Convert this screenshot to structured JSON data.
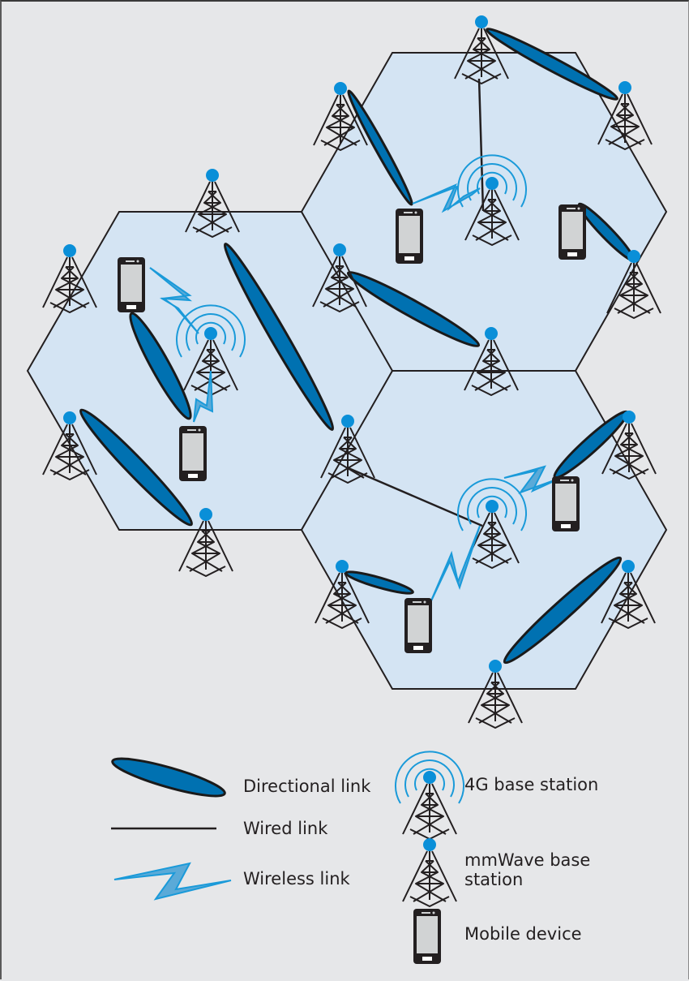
{
  "diagram": {
    "title": "Heterogeneous 4G / mmWave cellular network",
    "colors": {
      "background": "#e6e7e9",
      "cell_fill": "#d4e4f3",
      "cell_stroke": "#231f20",
      "directional_link": "#0071b1",
      "wireless_link": "#1a9ad9",
      "wireless_fill": "#5aaad8",
      "antenna_dot": "#0a8fd8",
      "tower_stroke": "#231f20",
      "phone_body": "#231f20",
      "phone_screen": "#d1d3d4"
    },
    "cells": [
      {
        "id": "cell-left",
        "has_4g_station": true
      },
      {
        "id": "cell-top-right",
        "has_4g_station": true
      },
      {
        "id": "cell-bottom-right",
        "has_4g_station": true
      }
    ]
  },
  "legend": {
    "directional_link": "Directional link",
    "wired_link": "Wired link",
    "wireless_link": "Wireless link",
    "base_station_4g": "4G base station",
    "mmwave_line1": "mmWave base",
    "mmwave_line2": "station",
    "mobile_device": "Mobile device"
  }
}
